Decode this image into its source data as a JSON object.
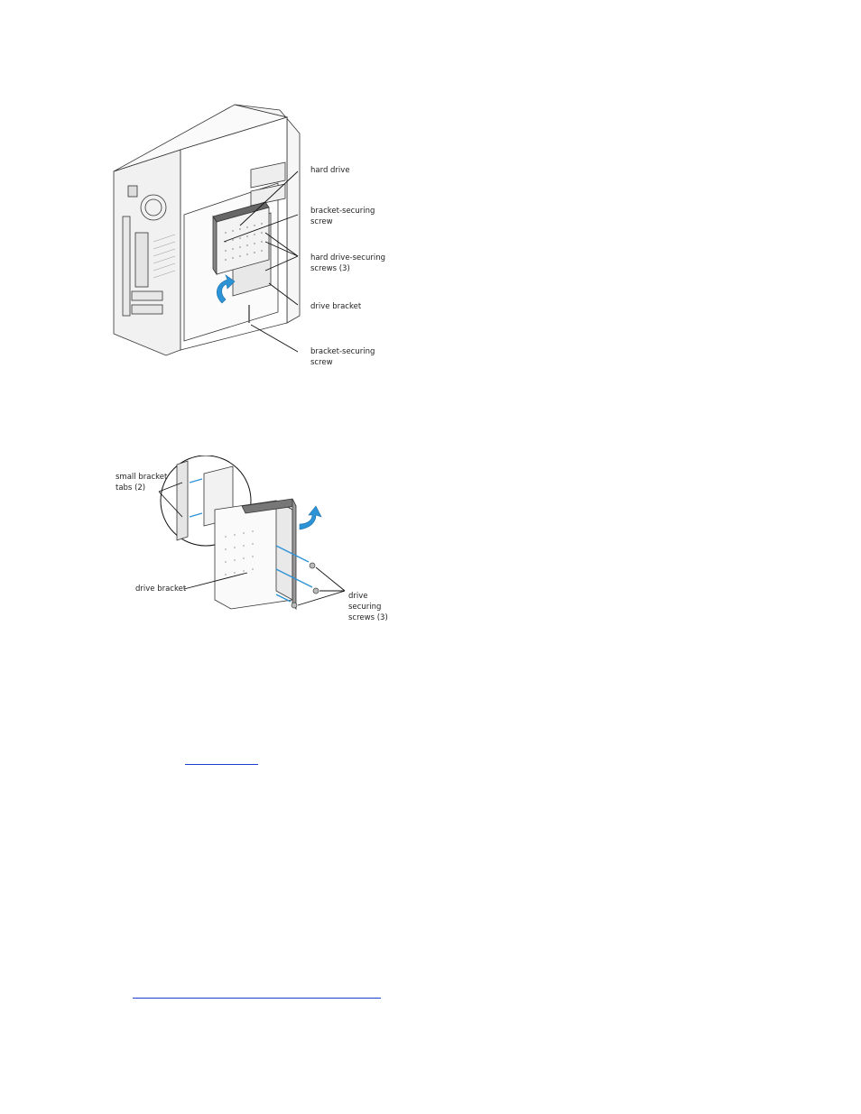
{
  "figure1": {
    "labels": {
      "hard_drive": "hard drive",
      "bracket_screw_top_1": "bracket-securing",
      "bracket_screw_top_2": "screw",
      "hd_screws_1": "hard drive-securing",
      "hd_screws_2": "screws (3)",
      "drive_bracket": "drive bracket",
      "bracket_screw_bottom_1": "bracket-securing",
      "bracket_screw_bottom_2": "screw"
    }
  },
  "figure2": {
    "labels": {
      "tabs_1": "small bracket",
      "tabs_2": "tabs (2)",
      "drive_bracket": "drive bracket",
      "screws_1": "drive",
      "screws_2": "securing",
      "screws_3": "screws (3)"
    }
  },
  "colors": {
    "link": "#1a3fd1",
    "accent_arrow": "#2c93d6"
  }
}
